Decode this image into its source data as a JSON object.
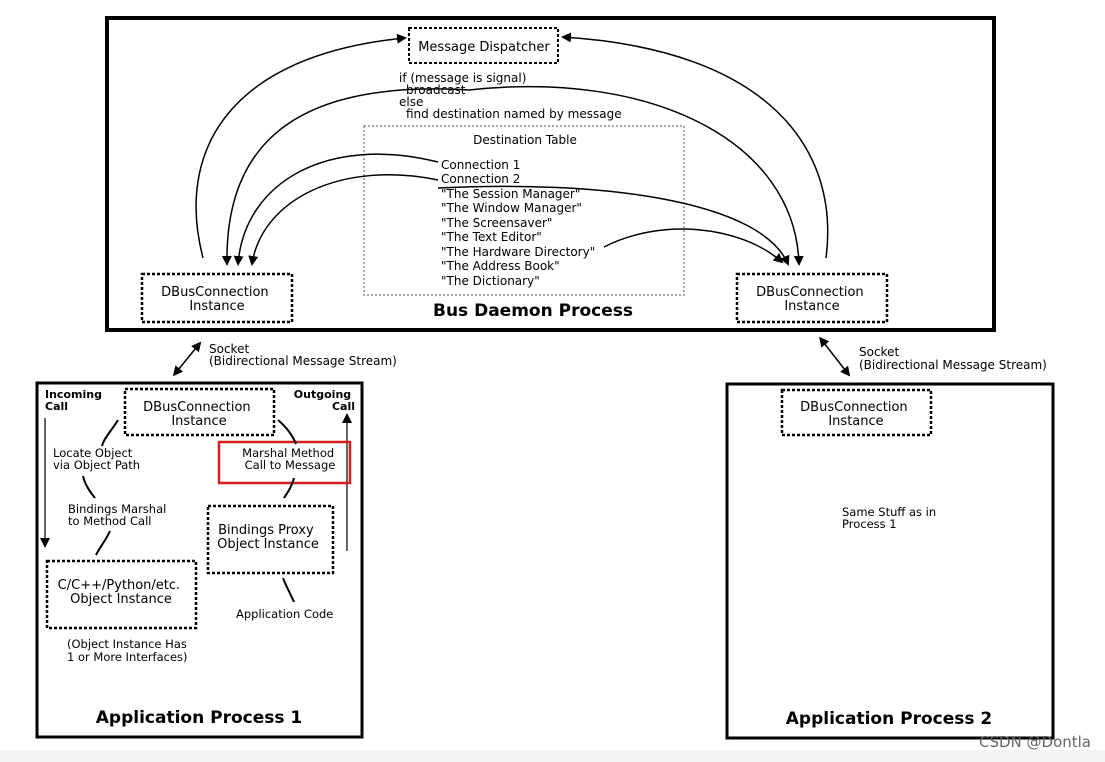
{
  "bus": {
    "title": "Bus Daemon Process",
    "dispatcher": "Message Dispatcher",
    "logic": [
      "if (message is signal)",
      "  broadcast",
      "else",
      "  find destination named by message"
    ],
    "table_title": "Destination Table",
    "destinations": [
      "Connection 1",
      "Connection 2",
      "\"The Session Manager\"",
      "\"The Window Manager\"",
      "\"The Screensaver\"",
      "\"The Text Editor\"",
      "\"The Hardware Directory\"",
      "\"The Address Book\"",
      "\"The Dictionary\""
    ],
    "conn_left": [
      "DBusConnection",
      "Instance"
    ],
    "conn_right": [
      "DBusConnection",
      "Instance"
    ]
  },
  "socket_left": [
    "Socket",
    "(Bidirectional Message Stream)"
  ],
  "socket_right": [
    "Socket",
    "(Bidirectional Message Stream)"
  ],
  "app1": {
    "title": "Application Process 1",
    "incoming": [
      "Incoming",
      "Call"
    ],
    "outgoing": [
      "Outgoing",
      "Call"
    ],
    "conn": [
      "DBusConnection",
      "Instance"
    ],
    "locate": [
      "Locate Object",
      "via Object Path"
    ],
    "marshal_method": [
      "Marshal Method",
      "Call to Message"
    ],
    "bindings_marshal": [
      "Bindings Marshal",
      "to Method Call"
    ],
    "proxy": [
      "Bindings Proxy",
      "Object Instance"
    ],
    "object": [
      "C/C++/Python/etc.",
      "Object Instance"
    ],
    "app_code": "Application Code",
    "note": [
      "(Object Instance Has",
      "1 or More Interfaces)"
    ]
  },
  "app2": {
    "title": "Application Process 2",
    "conn": [
      "DBusConnection",
      "Instance"
    ],
    "same": [
      "Same Stuff as in",
      "Process 1"
    ]
  },
  "highlight_color": "#d42020",
  "watermark": "CSDN @Dontla"
}
